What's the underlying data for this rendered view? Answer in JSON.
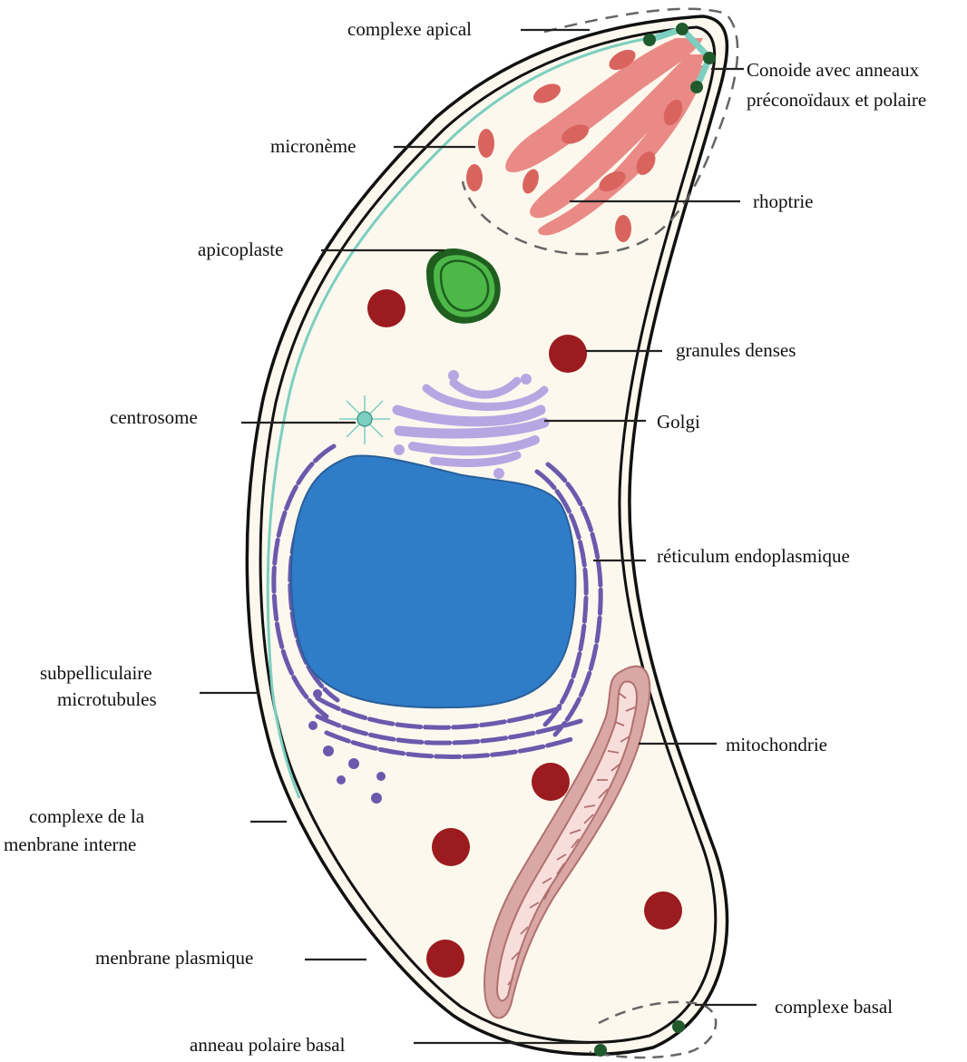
{
  "labels": {
    "complexe_apical": "complexe apical",
    "conoide_1": "Conoide avec anneaux",
    "conoide_2": "préconoïdaux et polaire",
    "microneme": "micronème",
    "rhoptrie": "rhoptrie",
    "apicoplaste": "apicoplaste",
    "granules_denses": "granules denses",
    "centrosome": "centrosome",
    "golgi": "Golgi",
    "reticulum": "réticulum endoplasmique",
    "subpelliculaire_1": "subpelliculaire",
    "subpelliculaire_2": "microtubules",
    "complexe_membrane_1": "complexe de la",
    "complexe_membrane_2": "menbrane interne",
    "mitochondrie": "mitochondrie",
    "membrane_plasmique": "menbrane plasmique",
    "complexe_basal": "complexe basal",
    "anneau_polaire": "anneau polaire basal"
  },
  "colors": {
    "cytoplasm": "#fcf8ee",
    "membrane": "#111111",
    "microtubule": "#7ccfc0",
    "microneme": "#d9645e",
    "rhoptry": "#ea8a86",
    "apicoplast_outer": "#1f5e1f",
    "apicoplast_inner": "#4db848",
    "dense_granule": "#9b1b1e",
    "golgi": "#b8a6e3",
    "nucleus": "#2f7cc9",
    "er": "#6a5aad",
    "mitochondrion_outer": "#d9a8a6",
    "mitochondrion_inner": "#f7dedb",
    "ring": "#1f5a2c"
  }
}
